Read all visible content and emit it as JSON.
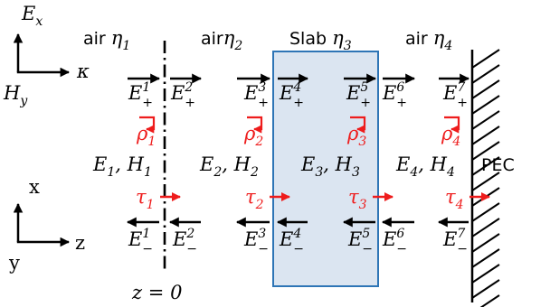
{
  "colors": {
    "slab_fill": "#dbe5f1",
    "slab_border": "#2e75b6",
    "coefficient": "#ee1c1c",
    "ink": "#000000"
  },
  "axes_top": {
    "vertical_label": "E",
    "vertical_sub": "x",
    "horizontal_label": "κ",
    "corner_label": "H",
    "corner_sub": "y"
  },
  "axes_bottom": {
    "vertical_label": "x",
    "horizontal_label": "z",
    "corner_label": "y"
  },
  "region_labels": [
    {
      "prefix": "air",
      "symbol": "η",
      "sub": "1"
    },
    {
      "prefix": "air",
      "symbol": "η",
      "sub": "2"
    },
    {
      "prefix": "Slab",
      "symbol": "η",
      "sub": "3"
    },
    {
      "prefix": "air",
      "symbol": "η",
      "sub": "4"
    }
  ],
  "forward_fields": [
    "1",
    "2",
    "3",
    "4",
    "5",
    "6",
    "7"
  ],
  "backward_fields": [
    "1",
    "2",
    "3",
    "4",
    "5",
    "6",
    "7"
  ],
  "field_symbol": "E",
  "forward_sign": "+",
  "backward_sign": "−",
  "reflection_symbol": "ρ",
  "reflection_subs": [
    "1",
    "2",
    "3",
    "4"
  ],
  "transmission_symbol": "τ",
  "transmission_subs": [
    "1",
    "2",
    "3",
    "4"
  ],
  "region_fields": [
    {
      "e": "1",
      "h": "1"
    },
    {
      "e": "2",
      "h": "2"
    },
    {
      "e": "3",
      "h": "3"
    },
    {
      "e": "4",
      "h": "4"
    }
  ],
  "field_letters": {
    "e": "E",
    "h": "H"
  },
  "pec_label": "PEC",
  "origin_label": {
    "var": "z",
    "eq": "=",
    "val": "0"
  }
}
